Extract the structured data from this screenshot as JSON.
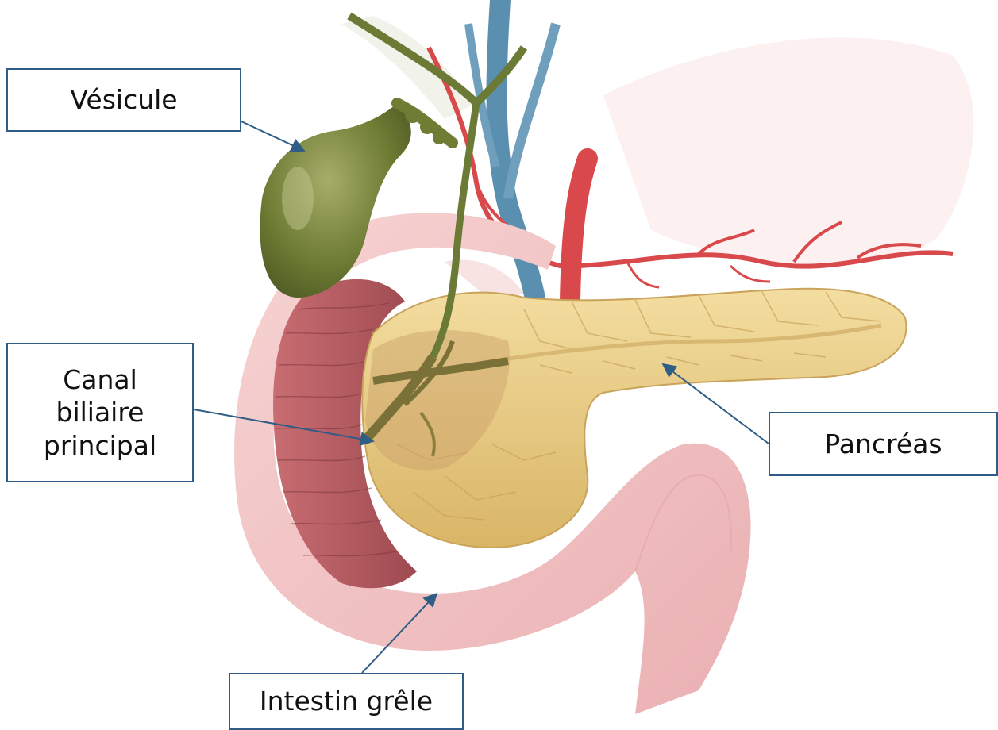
{
  "labels": {
    "vesicule": "Vésicule",
    "canal": "Canal\nbiliaire\nprincipal",
    "pancreas": "Pancréas",
    "intestin": "Intestin grêle"
  },
  "colors": {
    "label_border": "#2f5d86",
    "arrow": "#2f5d86",
    "gallbladder": "#6e7c34",
    "pancreas": "#edcf8a",
    "intestine": "#f4c3c3",
    "intestine_inner": "#b85c62",
    "artery": "#d9484a",
    "vein": "#5b8fb0",
    "bile_duct": "#6b7a35"
  }
}
